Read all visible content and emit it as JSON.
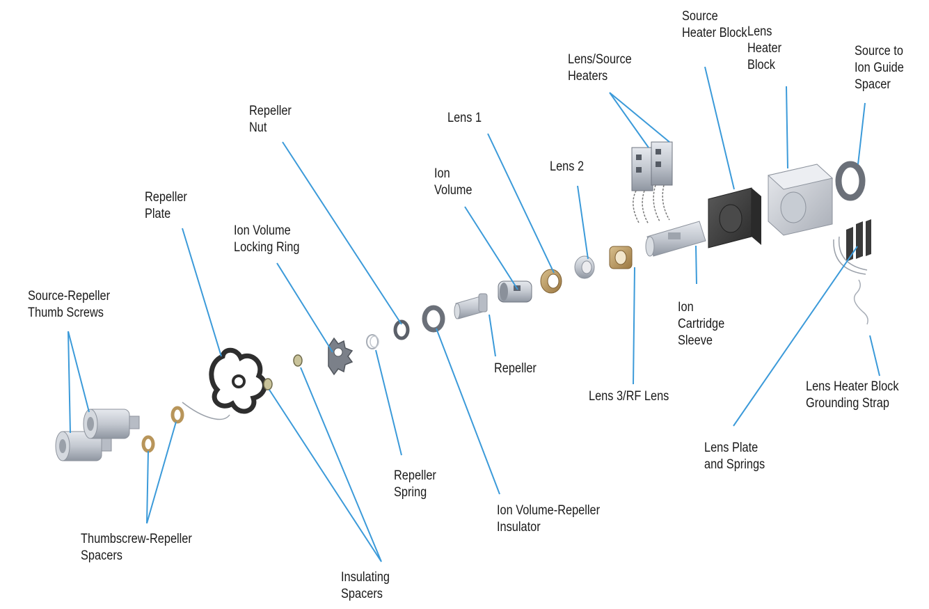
{
  "diagram": {
    "labels": {
      "source_repeller_thumb_screws": "Source-Repeller\nThumb Screws",
      "thumbscrew_repeller_spacers": "Thumbscrew-Repeller\nSpacers",
      "repeller_plate": "Repeller\nPlate",
      "insulating_spacers": "Insulating\nSpacers",
      "ion_volume_locking_ring": "Ion Volume\nLocking Ring",
      "repeller_spring": "Repeller\nSpring",
      "repeller_nut": "Repeller\nNut",
      "ion_volume_repeller_insulator": "Ion Volume-Repeller\nInsulator",
      "ion_volume": "Ion\nVolume",
      "repeller": "Repeller",
      "lens_1": "Lens 1",
      "lens_2": "Lens 2",
      "lens_3_rf_lens": "Lens 3/RF Lens",
      "lens_source_heaters": "Lens/Source\nHeaters",
      "ion_cartridge_sleeve": "Ion\nCartridge\nSleeve",
      "source_heater_block": "Source\nHeater Block",
      "lens_heater_block": "Lens\nHeater\nBlock",
      "source_to_ion_guide_spacer": "Source to\nIon Guide\nSpacer",
      "lens_plate_and_springs": "Lens Plate\nand Springs",
      "lens_heater_block_grounding_strap": "Lens Heater Block\nGrounding Strap"
    },
    "colors": {
      "leader_line": "#3b9ad9",
      "metal": "#c7cbd3",
      "metal_dark": "#8c929c",
      "brass": "#b8955a",
      "black_part": "#3a3a3a",
      "label_text": "#1a1a1a"
    }
  }
}
